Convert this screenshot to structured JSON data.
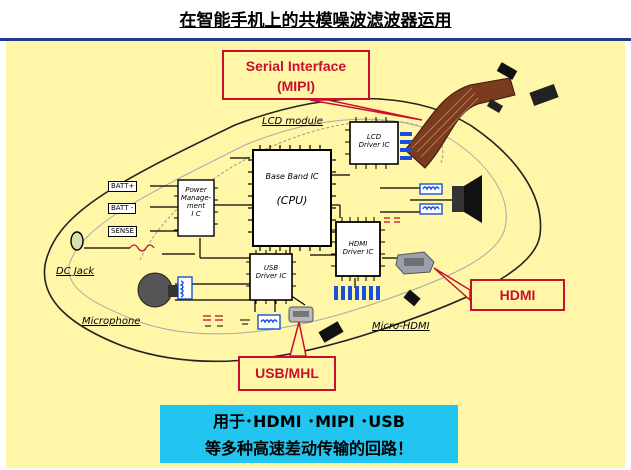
{
  "title": "在智能手机上的共模噪波滤波器运用",
  "callouts": {
    "mipi_line1": "Serial Interface",
    "mipi_line2": "(MIPI)",
    "hdmi": "HDMI",
    "usb": "USB/MHL"
  },
  "labels": {
    "lcd_module": "LCD module",
    "dc_jack": "DC  Jack",
    "microphone": "Microphone",
    "micro_hdmi": "Micro-HDMI"
  },
  "chips": {
    "baseband_line1": "Base Band IC",
    "baseband_line2": "(CPU)",
    "power_line1": "Power",
    "power_line2": "Manage-",
    "power_line3": "ment",
    "power_line4": "I  C",
    "usb_driver_line1": "USB",
    "usb_driver_line2": "Driver IC",
    "hdmi_driver_line1": "HDMI",
    "hdmi_driver_line2": "Driver IC",
    "lcd_driver_line1": "LCD",
    "lcd_driver_line2": "Driver IC"
  },
  "battery_terminals": [
    "BATT+",
    "BATT -",
    "SENSE"
  ],
  "summary": {
    "line1": "用于･HDMI  ･MIPI ･USB",
    "line2": "等多种高速差动传输的回路！"
  },
  "colors": {
    "panel": "#fff6a8",
    "accent_red": "#c8102e",
    "highlight_blue": "#22c4f0",
    "filter_blue": "#1a4fd6",
    "header_rule": "#1f3c8f"
  }
}
